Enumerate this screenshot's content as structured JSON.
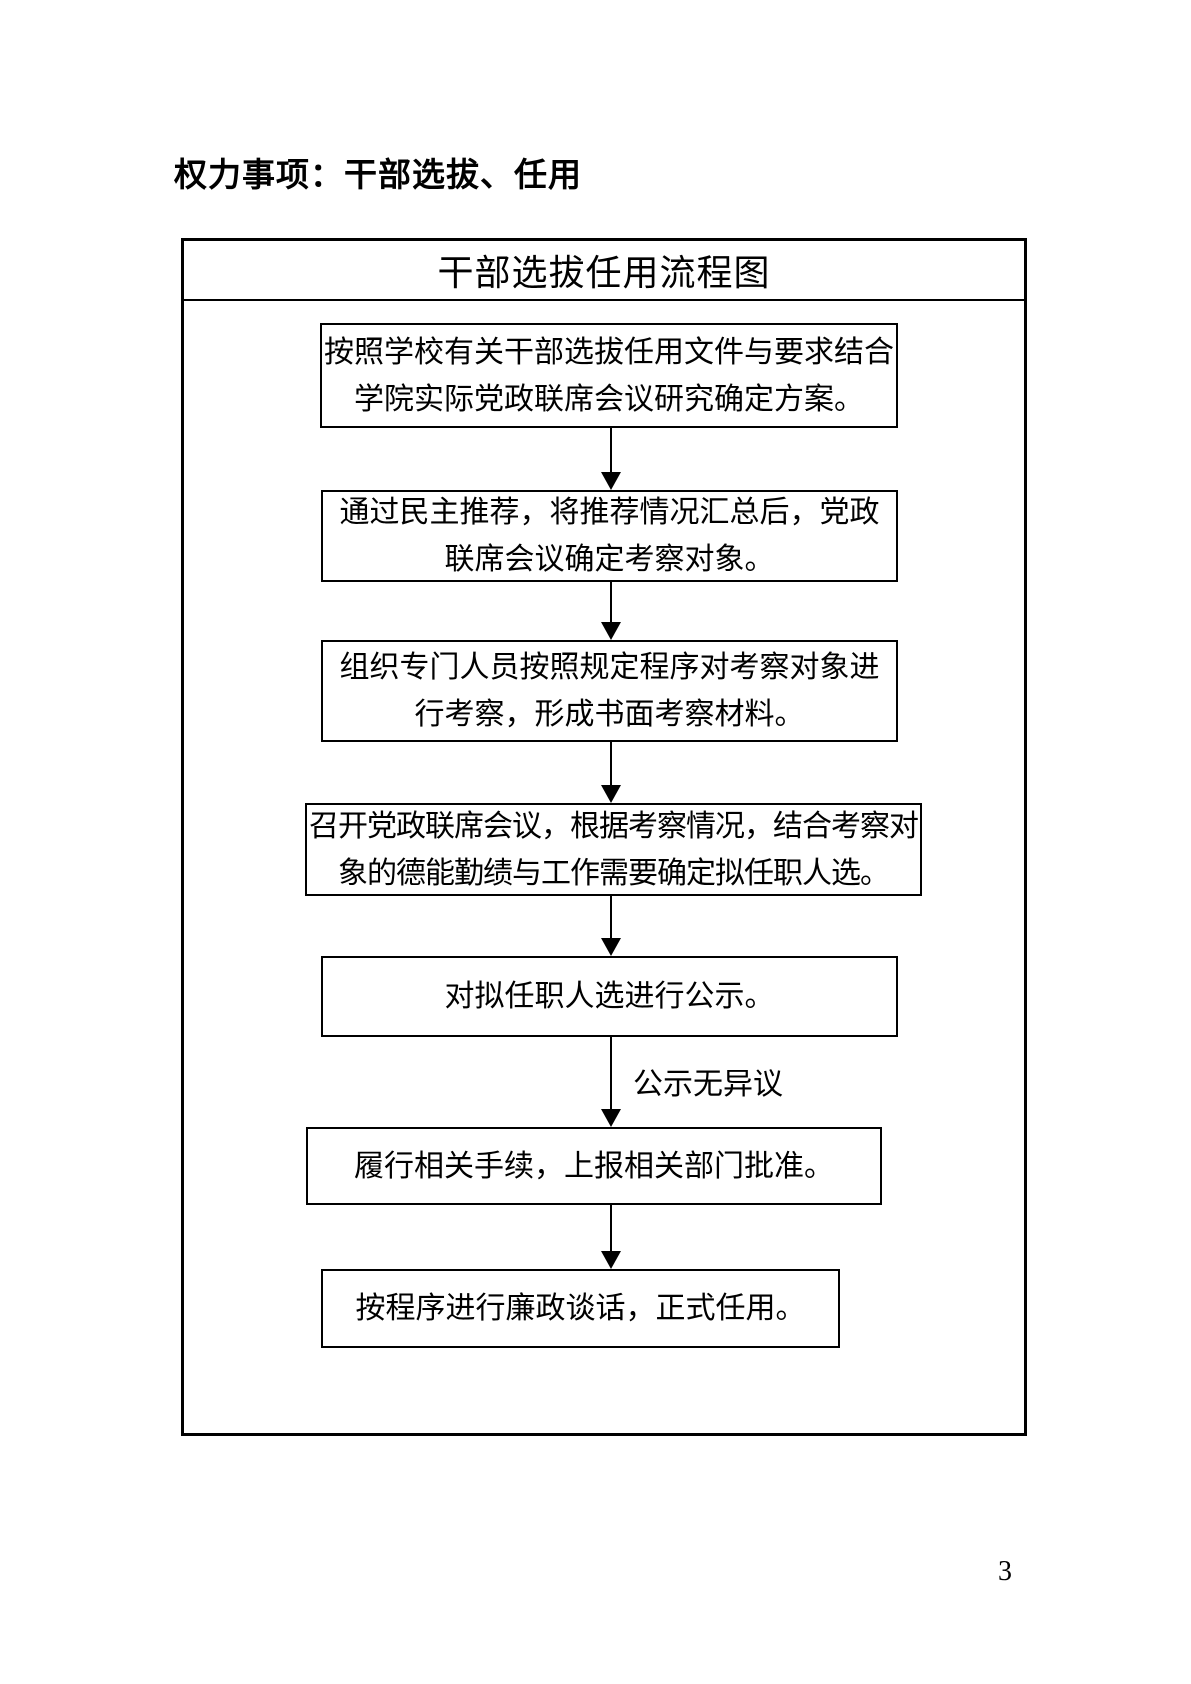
{
  "page": {
    "heading": "权力事项：干部选拔、任用",
    "page_number": "3"
  },
  "flowchart": {
    "title": "干部选拔任用流程图",
    "steps": [
      "按照学校有关干部选拔任用文件与要求结合学院实际党政联席会议研究确定方案。",
      "通过民主推荐，将推荐情况汇总后，党政联席会议确定考察对象。",
      "组织专门人员按照规定程序对考察对象进行考察，形成书面考察材料。",
      "召开党政联席会议，根据考察情况，结合考察对象的德能勤绩与工作需要确定拟任职人选。",
      "对拟任职人选进行公示。",
      "履行相关手续，上报相关部门批准。",
      "按程序进行廉政谈话，正式任用。"
    ],
    "edge_label": "公示无异议",
    "colors": {
      "border": "#000000",
      "text": "#000000",
      "page_background": "#ffffff"
    }
  }
}
